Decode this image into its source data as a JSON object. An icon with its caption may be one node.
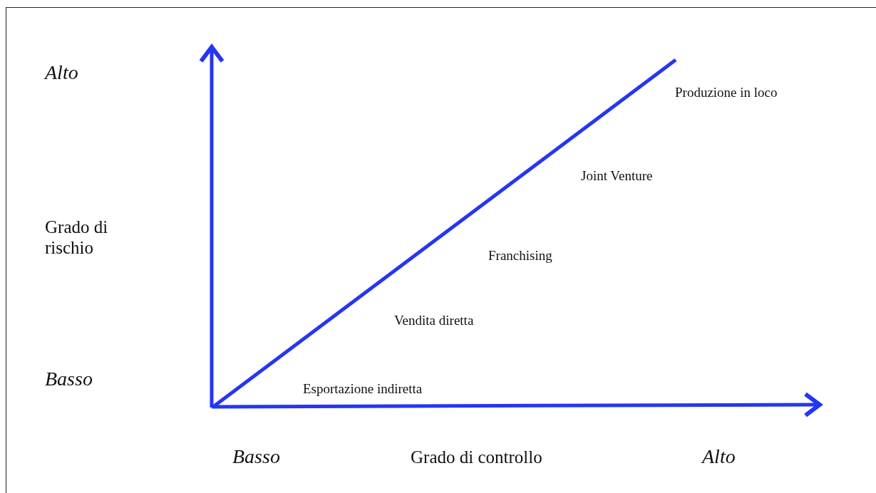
{
  "diagram": {
    "labels": [
      "Alto",
      "Produzione in loco",
      "Joint Venture",
      "Grado di rischio",
      "Franchising",
      "Vendita diretta",
      "Basso",
      "Esportazione indiretta",
      "Basso",
      "Grado di controllo",
      "Alto"
    ]
  }
}
